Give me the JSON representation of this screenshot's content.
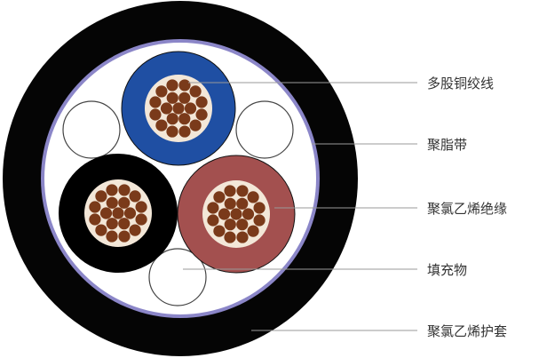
{
  "labels": {
    "conductor": "多股铜绞线",
    "tape": "聚脂带",
    "insulation": "聚氯乙烯绝缘",
    "filler": "填充物",
    "sheath": "聚氯乙烯护套"
  },
  "colors": {
    "sheath": "#050505",
    "tape": "#8b86c8",
    "filler_bg": "#ffffff",
    "insulation_blue": "#1f4fa3",
    "insulation_black": "#000000",
    "insulation_red": "#a3504f",
    "copper": "#7a3a1a",
    "copper_gap": "#f3e7d8"
  }
}
